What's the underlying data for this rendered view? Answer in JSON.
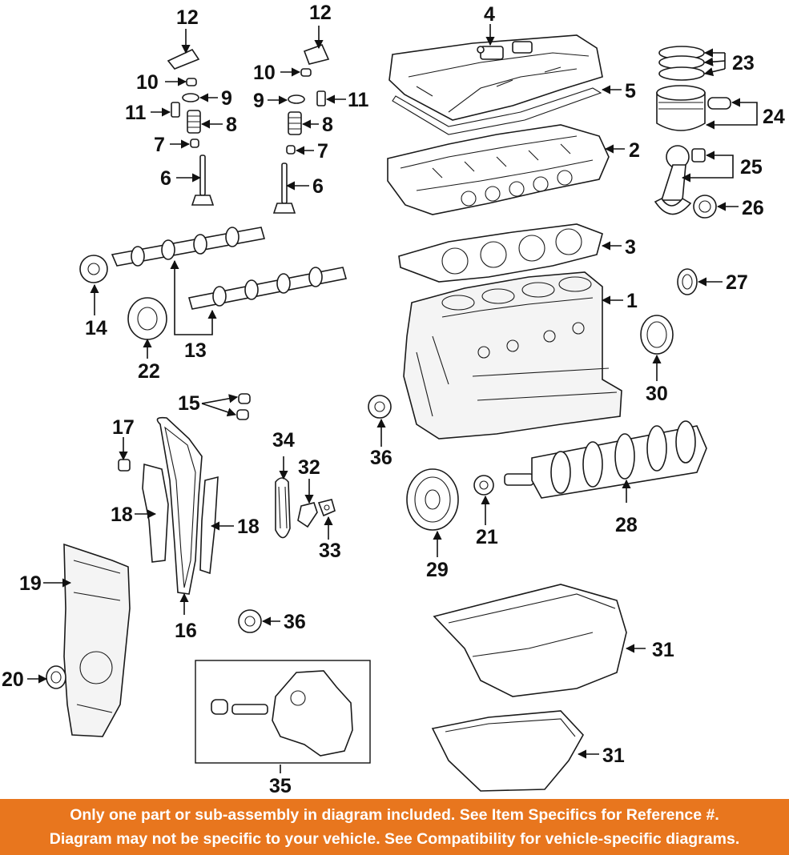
{
  "callouts": [
    {
      "id": "c1",
      "label": "1"
    },
    {
      "id": "c2",
      "label": "2"
    },
    {
      "id": "c3",
      "label": "3"
    },
    {
      "id": "c4",
      "label": "4"
    },
    {
      "id": "c5",
      "label": "5"
    },
    {
      "id": "c6a",
      "label": "6"
    },
    {
      "id": "c6b",
      "label": "6"
    },
    {
      "id": "c7a",
      "label": "7"
    },
    {
      "id": "c7b",
      "label": "7"
    },
    {
      "id": "c8a",
      "label": "8"
    },
    {
      "id": "c8b",
      "label": "8"
    },
    {
      "id": "c9a",
      "label": "9"
    },
    {
      "id": "c9b",
      "label": "9"
    },
    {
      "id": "c10a",
      "label": "10"
    },
    {
      "id": "c10b",
      "label": "10"
    },
    {
      "id": "c11a",
      "label": "11"
    },
    {
      "id": "c11b",
      "label": "11"
    },
    {
      "id": "c12a",
      "label": "12"
    },
    {
      "id": "c12b",
      "label": "12"
    },
    {
      "id": "c13",
      "label": "13"
    },
    {
      "id": "c14",
      "label": "14"
    },
    {
      "id": "c15",
      "label": "15"
    },
    {
      "id": "c16",
      "label": "16"
    },
    {
      "id": "c17",
      "label": "17"
    },
    {
      "id": "c18a",
      "label": "18"
    },
    {
      "id": "c18b",
      "label": "18"
    },
    {
      "id": "c19",
      "label": "19"
    },
    {
      "id": "c20",
      "label": "20"
    },
    {
      "id": "c21",
      "label": "21"
    },
    {
      "id": "c22",
      "label": "22"
    },
    {
      "id": "c23",
      "label": "23"
    },
    {
      "id": "c24",
      "label": "24"
    },
    {
      "id": "c25",
      "label": "25"
    },
    {
      "id": "c26",
      "label": "26"
    },
    {
      "id": "c27",
      "label": "27"
    },
    {
      "id": "c28",
      "label": "28"
    },
    {
      "id": "c29",
      "label": "29"
    },
    {
      "id": "c30",
      "label": "30"
    },
    {
      "id": "c31a",
      "label": "31"
    },
    {
      "id": "c31b",
      "label": "31"
    },
    {
      "id": "c32",
      "label": "32"
    },
    {
      "id": "c33",
      "label": "33"
    },
    {
      "id": "c34",
      "label": "34"
    },
    {
      "id": "c35",
      "label": "35"
    },
    {
      "id": "c36a",
      "label": "36"
    },
    {
      "id": "c36b",
      "label": "36"
    }
  ],
  "footer": {
    "line1": "Only one part or sub-assembly in diagram included. See Item Specifics for Reference #.",
    "line2": "Diagram may not be specific to your vehicle. See Compatibility for vehicle-specific diagrams.",
    "background_color": "#e8761e",
    "text_color": "#ffffff"
  }
}
